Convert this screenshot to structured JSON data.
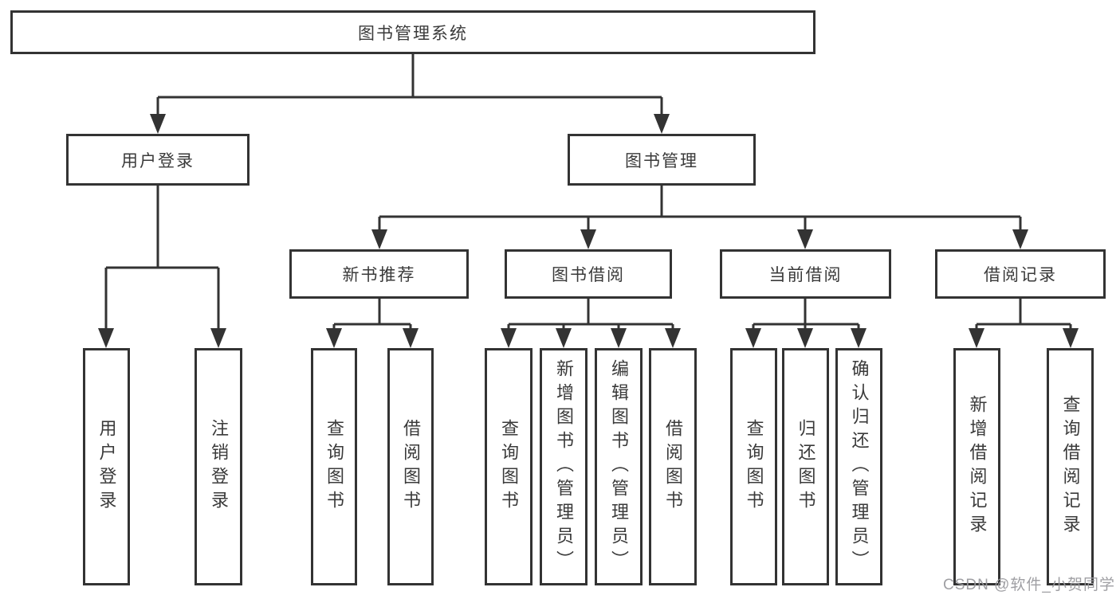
{
  "title": "图书管理系统",
  "watermark": "CSDN @软件_小贺同学",
  "colors": {
    "line": "#333333",
    "text": "#3a3a3a",
    "watermark": "#9a9a9e",
    "background": "#ffffff"
  },
  "nodes": {
    "root": {
      "label": "图书管理系统"
    },
    "login": {
      "label": "用户登录"
    },
    "management": {
      "label": "图书管理"
    },
    "recommend": {
      "label": "新书推荐"
    },
    "borrow": {
      "label": "图书借阅"
    },
    "current": {
      "label": "当前借阅"
    },
    "records": {
      "label": "借阅记录"
    },
    "leaf_login": {
      "label": "用户登录"
    },
    "leaf_logout": {
      "label": "注销登录"
    },
    "leaf_rec_query": {
      "label": "查询图书"
    },
    "leaf_rec_borrow": {
      "label": "借阅图书"
    },
    "leaf_bor_query": {
      "label": "查询图书"
    },
    "leaf_bor_add": {
      "label": "新增图书（管理员）"
    },
    "leaf_bor_edit": {
      "label": "编辑图书（管理员）"
    },
    "leaf_bor_borrow": {
      "label": "借阅图书"
    },
    "leaf_cur_query": {
      "label": "查询图书"
    },
    "leaf_cur_return": {
      "label": "归还图书"
    },
    "leaf_cur_confirm": {
      "label": "确认归还（管理员）"
    },
    "leaf_rcd_add": {
      "label": "新增借阅记录"
    },
    "leaf_rcd_query": {
      "label": "查询借阅记录"
    }
  }
}
